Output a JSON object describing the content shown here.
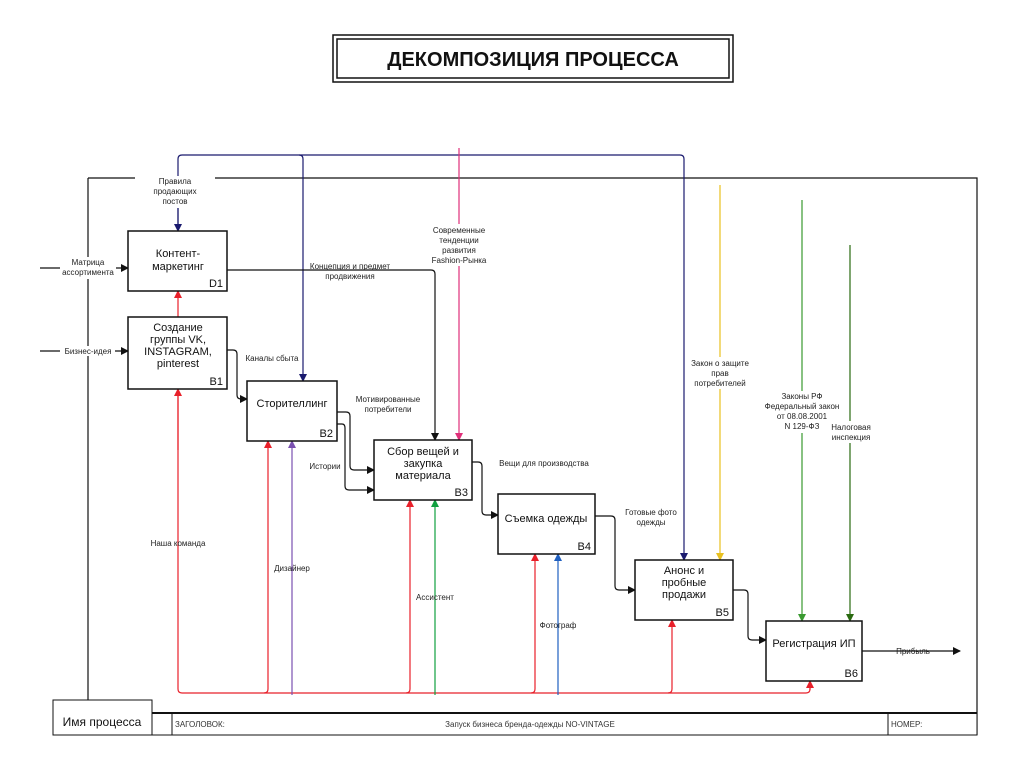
{
  "title": "ДЕКОМПОЗИЦИЯ ПРОЦЕССА",
  "boxes": [
    {
      "lines": [
        "Контент-",
        "маркетинг"
      ],
      "id": "D1"
    },
    {
      "lines": [
        "Создание",
        "группы VK,",
        "INSTAGRAM,",
        "pinterest"
      ],
      "id": "B1"
    },
    {
      "lines": [
        "Сторителлинг"
      ],
      "id": "B2"
    },
    {
      "lines": [
        "Сбор вещей и",
        "закупка",
        "материала"
      ],
      "id": "B3"
    },
    {
      "lines": [
        "Съемка одежды"
      ],
      "id": "B4"
    },
    {
      "lines": [
        "Анонс и",
        "пробные",
        "продажи"
      ],
      "id": "B5"
    },
    {
      "lines": [
        "Регистрация ИП"
      ],
      "id": "B6"
    }
  ],
  "labels": {
    "rules": [
      "Правила",
      "продающих",
      "постов"
    ],
    "matrix": [
      "Матрица",
      "ассортимента"
    ],
    "idea": "Бизнес-идея",
    "concept": [
      "Концепция и предмет",
      "продвижения"
    ],
    "channels": "Каналы сбыта",
    "motivated": [
      "Мотивированные",
      "потребители"
    ],
    "stories": "Истории",
    "trends": [
      "Современные",
      "тенденции",
      "развития",
      "Fashion-Рынка"
    ],
    "things": "Вещи для производства",
    "photos": [
      "Готовые фото",
      "одежды"
    ],
    "law_consumer": [
      "Закон о защите",
      "прав",
      "потребителей"
    ],
    "law_rf": [
      "Законы РФ",
      "Федеральный закон",
      "от 08.08.2001",
      "N 129-ФЗ"
    ],
    "tax": [
      "Налоговая",
      "инспекция"
    ],
    "profit": "Прибыль",
    "team": "Наша команда",
    "designer": "Дизайнер",
    "assistant": "Ассистент",
    "photographer": "Фотограф"
  },
  "footer": {
    "process_name": "Имя процесса",
    "heading_label": "ЗАГОЛОВОК:",
    "heading_value": "Запуск бизнеса бренда-одежды NO-VINTAGE",
    "number_label": "НОМЕР:"
  },
  "colors": {
    "navy": "#1a1a6e",
    "red": "#e8202a",
    "pink": "#e0307a",
    "yellow": "#e8c020",
    "green": "#3a9a30",
    "darkgreen": "#2a6a10",
    "purple": "#7a50b0",
    "blue": "#2060c0",
    "brightgreen": "#10a040"
  }
}
